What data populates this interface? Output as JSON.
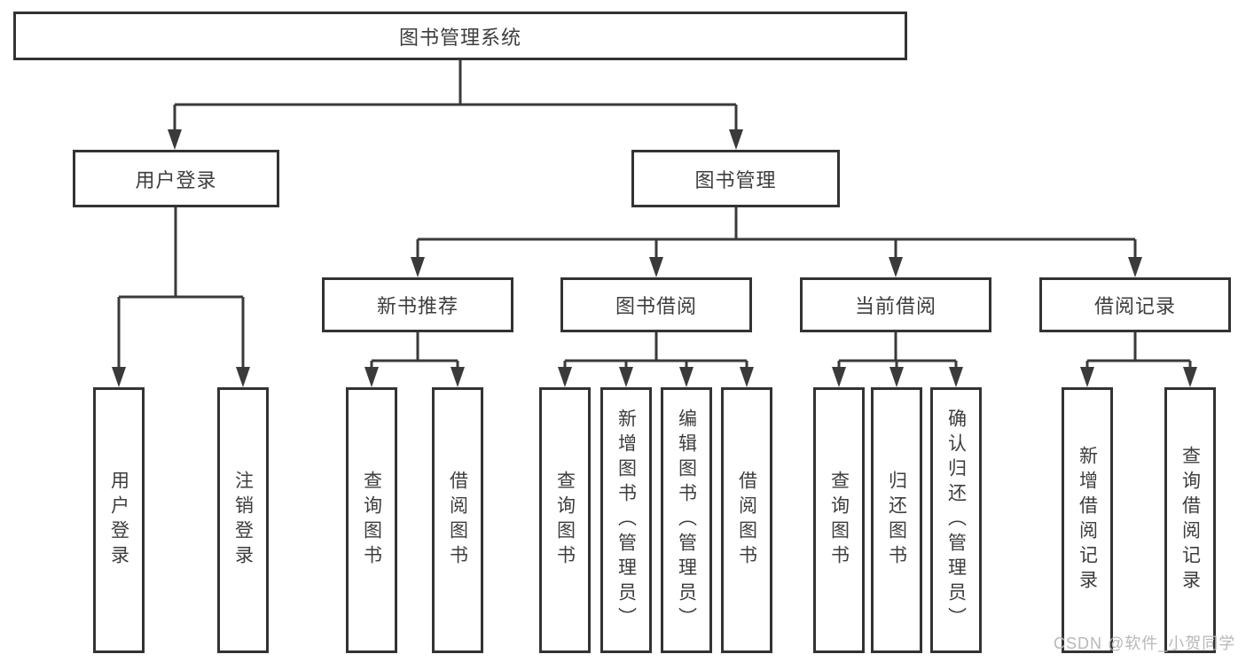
{
  "diagram": {
    "type": "hierarchy-tree",
    "root": {
      "label": "图书管理系统"
    },
    "level2": {
      "user_login": {
        "label": "用户登录"
      },
      "book_management": {
        "label": "图书管理"
      }
    },
    "level3": {
      "new_book_recommend": {
        "label": "新书推荐"
      },
      "book_borrowing": {
        "label": "图书借阅"
      },
      "current_borrowing": {
        "label": "当前借阅"
      },
      "borrowing_records": {
        "label": "借阅记录"
      }
    },
    "leaves": {
      "user_login": [
        "用户登录",
        "注销登录"
      ],
      "new_book_recommend": [
        "查询图书",
        "借阅图书"
      ],
      "book_borrowing": [
        "查询图书",
        "新增图书（管理员）",
        "编辑图书（管理员）",
        "借阅图书"
      ],
      "current_borrowing": [
        "查询图书",
        "归还图书",
        "确认归还（管理员）"
      ],
      "borrowing_records": [
        "新增借阅记录",
        "查询借阅记录"
      ]
    },
    "watermark": "CSDN @软件_小贺同学",
    "colors": {
      "line": "#3a3a3a",
      "box_border": "#333333",
      "text": "#3d3d3d",
      "background": "#ffffff",
      "watermark": "#b8b8b8"
    }
  }
}
